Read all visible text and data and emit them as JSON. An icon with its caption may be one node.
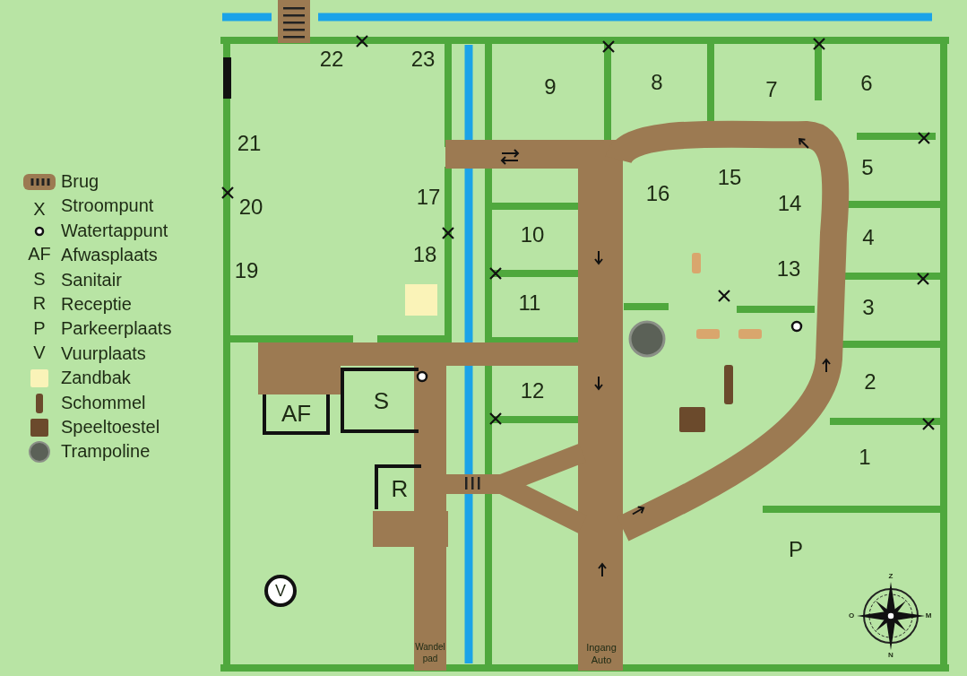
{
  "diagram": {
    "nodes": [
      {
        "text": [
          "AF"
        ]
      },
      {
        "text": [
          "S"
        ]
      },
      {
        "text": [
          "R"
        ]
      },
      {
        "text": [
          "V"
        ]
      }
    ],
    "edges": [],
    "labels": [
      "X",
      "AF",
      "S",
      "R",
      "P",
      "V",
      "22",
      "23",
      "9",
      "8",
      "7",
      "6",
      "21",
      "5",
      "20",
      "17",
      "16",
      "15",
      "14",
      "4",
      "10",
      "18",
      "13",
      "19",
      "3",
      "11",
      "12",
      "2",
      "1",
      "P",
      "Wandel pad",
      "Ingang Auto",
      "Z",
      "O",
      "M",
      "N"
    ],
    "legend": [
      {
        "text": "Brug"
      },
      {
        "text": "Stroompunt"
      },
      {
        "text": "Watertappunt"
      },
      {
        "text": "Afwasplaats"
      },
      {
        "text": "Sanitair"
      },
      {
        "text": "Receptie"
      },
      {
        "text": "Parkeerplaats"
      },
      {
        "text": "Vuurplaats"
      },
      {
        "text": "Zandbak",
        "color": "#faf3b8"
      },
      {
        "text": "Schommel"
      },
      {
        "text": "Speeltoestel",
        "color": "#6b4a2c"
      },
      {
        "text": "Trampoline"
      }
    ]
  }
}
